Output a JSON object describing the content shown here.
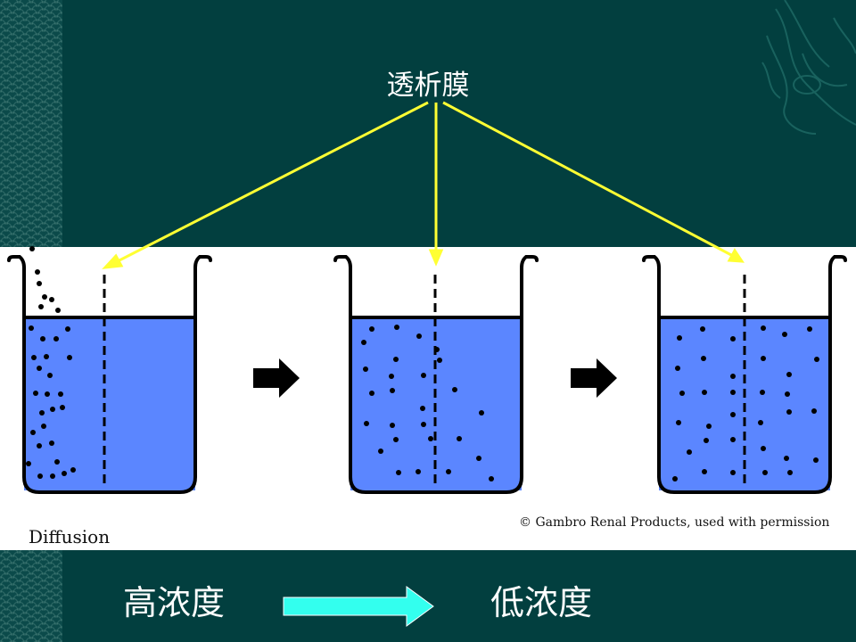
{
  "labels": {
    "membrane": "透析膜",
    "diffusion": "Diffusion",
    "copyright": "© Gambro Renal Products, used with permission",
    "high_concentration": "高浓度",
    "low_concentration": "低浓度"
  },
  "colors": {
    "background": "#023f3f",
    "water": "#5b86ff",
    "pointer_lines": "#ffff33",
    "flow_arrow": "#33ffee",
    "particle": "#000000"
  },
  "icons": [
    "seaweed-ornament",
    "process-arrow",
    "flow-arrow"
  ]
}
